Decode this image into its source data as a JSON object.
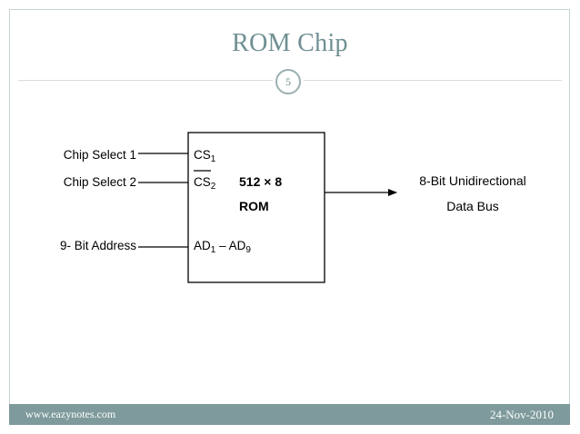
{
  "slide": {
    "title": "ROM Chip",
    "number": "5",
    "footer_left": "www.eazynotes.com",
    "footer_right": "24-Nov-2010"
  },
  "diagram": {
    "inputs": {
      "chip_select_1": "Chip Select 1",
      "chip_select_2": "Chip Select 2",
      "address": "9- Bit Address"
    },
    "pins": {
      "cs1": "CS",
      "cs1_sub": "1",
      "cs2": "CS",
      "cs2_sub": "2",
      "ad_start": "AD",
      "ad_start_sub": "1",
      "ad_sep": " – AD",
      "ad_end_sub": "9"
    },
    "chip": {
      "size": "512 × 8",
      "name": "ROM"
    },
    "output": {
      "line1": "8-Bit Unidirectional",
      "line2": "Data Bus"
    }
  },
  "colors": {
    "title": "#6f8f92",
    "footer": "#7e9a9c"
  }
}
